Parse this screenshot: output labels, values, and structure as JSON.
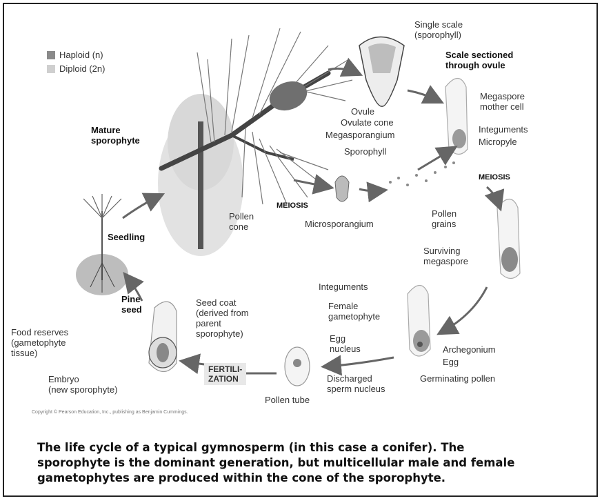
{
  "legend": {
    "haploid": "Haploid (n)",
    "diploid": "Diploid (2n)",
    "haploid_color": "#8a8a8a",
    "diploid_color": "#cfcfcf"
  },
  "labels": {
    "single_scale": [
      "Single scale",
      "(sporophyll)"
    ],
    "scale_sectioned": [
      "Scale sectioned",
      "through ovule"
    ],
    "mature_sporophyte": [
      "Mature",
      "sporophyte"
    ],
    "ovule": "Ovule",
    "ovulate_cone": "Ovulate cone",
    "megasporangium": "Megasporangium",
    "sporophyll": "Sporophyll",
    "megaspore_mother_cell": [
      "Megaspore",
      "mother cell"
    ],
    "integuments_top": "Integuments",
    "micropyle": "Micropyle",
    "meiosis_right": "MEIOSIS",
    "meiosis_center": "MEIOSIS",
    "pollen_cone": [
      "Pollen",
      "cone"
    ],
    "microsporangium": "Microsporangium",
    "pollen_grains": [
      "Pollen",
      "grains"
    ],
    "seedling": "Seedling",
    "surviving_megaspore": [
      "Surviving",
      "megaspore"
    ],
    "pine_seed": [
      "Pine",
      "seed"
    ],
    "seed_coat": [
      "Seed coat",
      "(derived from",
      "parent",
      "sporophyte)"
    ],
    "integuments_bottom": "Integuments",
    "female_gametophyte": [
      "Female",
      "gametophyte"
    ],
    "food_reserves": [
      "Food reserves",
      "(gametophyte",
      "tissue)"
    ],
    "egg_nucleus": [
      "Egg",
      "nucleus"
    ],
    "archegonium": "Archegonium",
    "egg": "Egg",
    "fertilization": [
      "FERTILI-",
      "ZATION"
    ],
    "embryo": [
      "Embryo",
      "(new sporophyte)"
    ],
    "discharged_sperm": [
      "Discharged",
      "sperm nucleus"
    ],
    "germinating_pollen": "Germinating pollen",
    "pollen_tube": "Pollen tube"
  },
  "copyright": "Copyright © Pearson Education, Inc., publishing as Benjamin Cummings.",
  "caption": [
    "The life cycle of a typical gymnosperm (in this case a conifer).  The",
    "sporophyte is the dominant generation, but multicellular male and female",
    "gametophytes are produced within the cone of the sporophyte."
  ]
}
